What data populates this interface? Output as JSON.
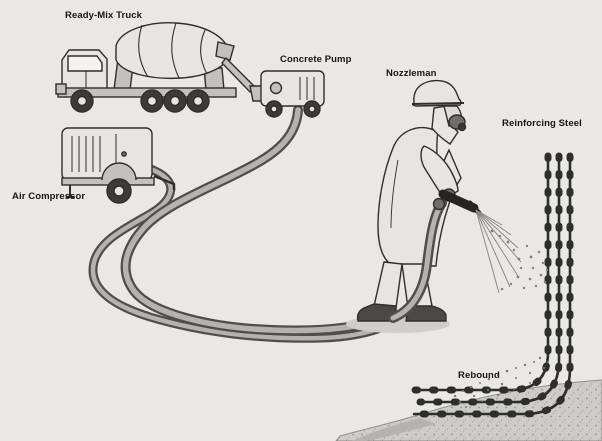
{
  "diagram": {
    "subject": "shotcrete-spraying-process",
    "labels": {
      "ready_mix_truck": "Ready-Mix Truck",
      "concrete_pump": "Concrete Pump",
      "nozzleman": "Nozzleman",
      "reinforcing_steel": "Reinforcing Steel",
      "air_compressor": "Air Compressor",
      "rebound": "Rebound"
    },
    "colors": {
      "background": "#e9e8e6",
      "line": "#2e2e2c",
      "fill_light": "#e6e5e3",
      "fill_mid": "#c2c1bf",
      "fill_dark": "#6f6e6c",
      "hose_outer": "#4f4e4c",
      "hose_inner": "#b4b3b1",
      "label": "#151515"
    }
  }
}
